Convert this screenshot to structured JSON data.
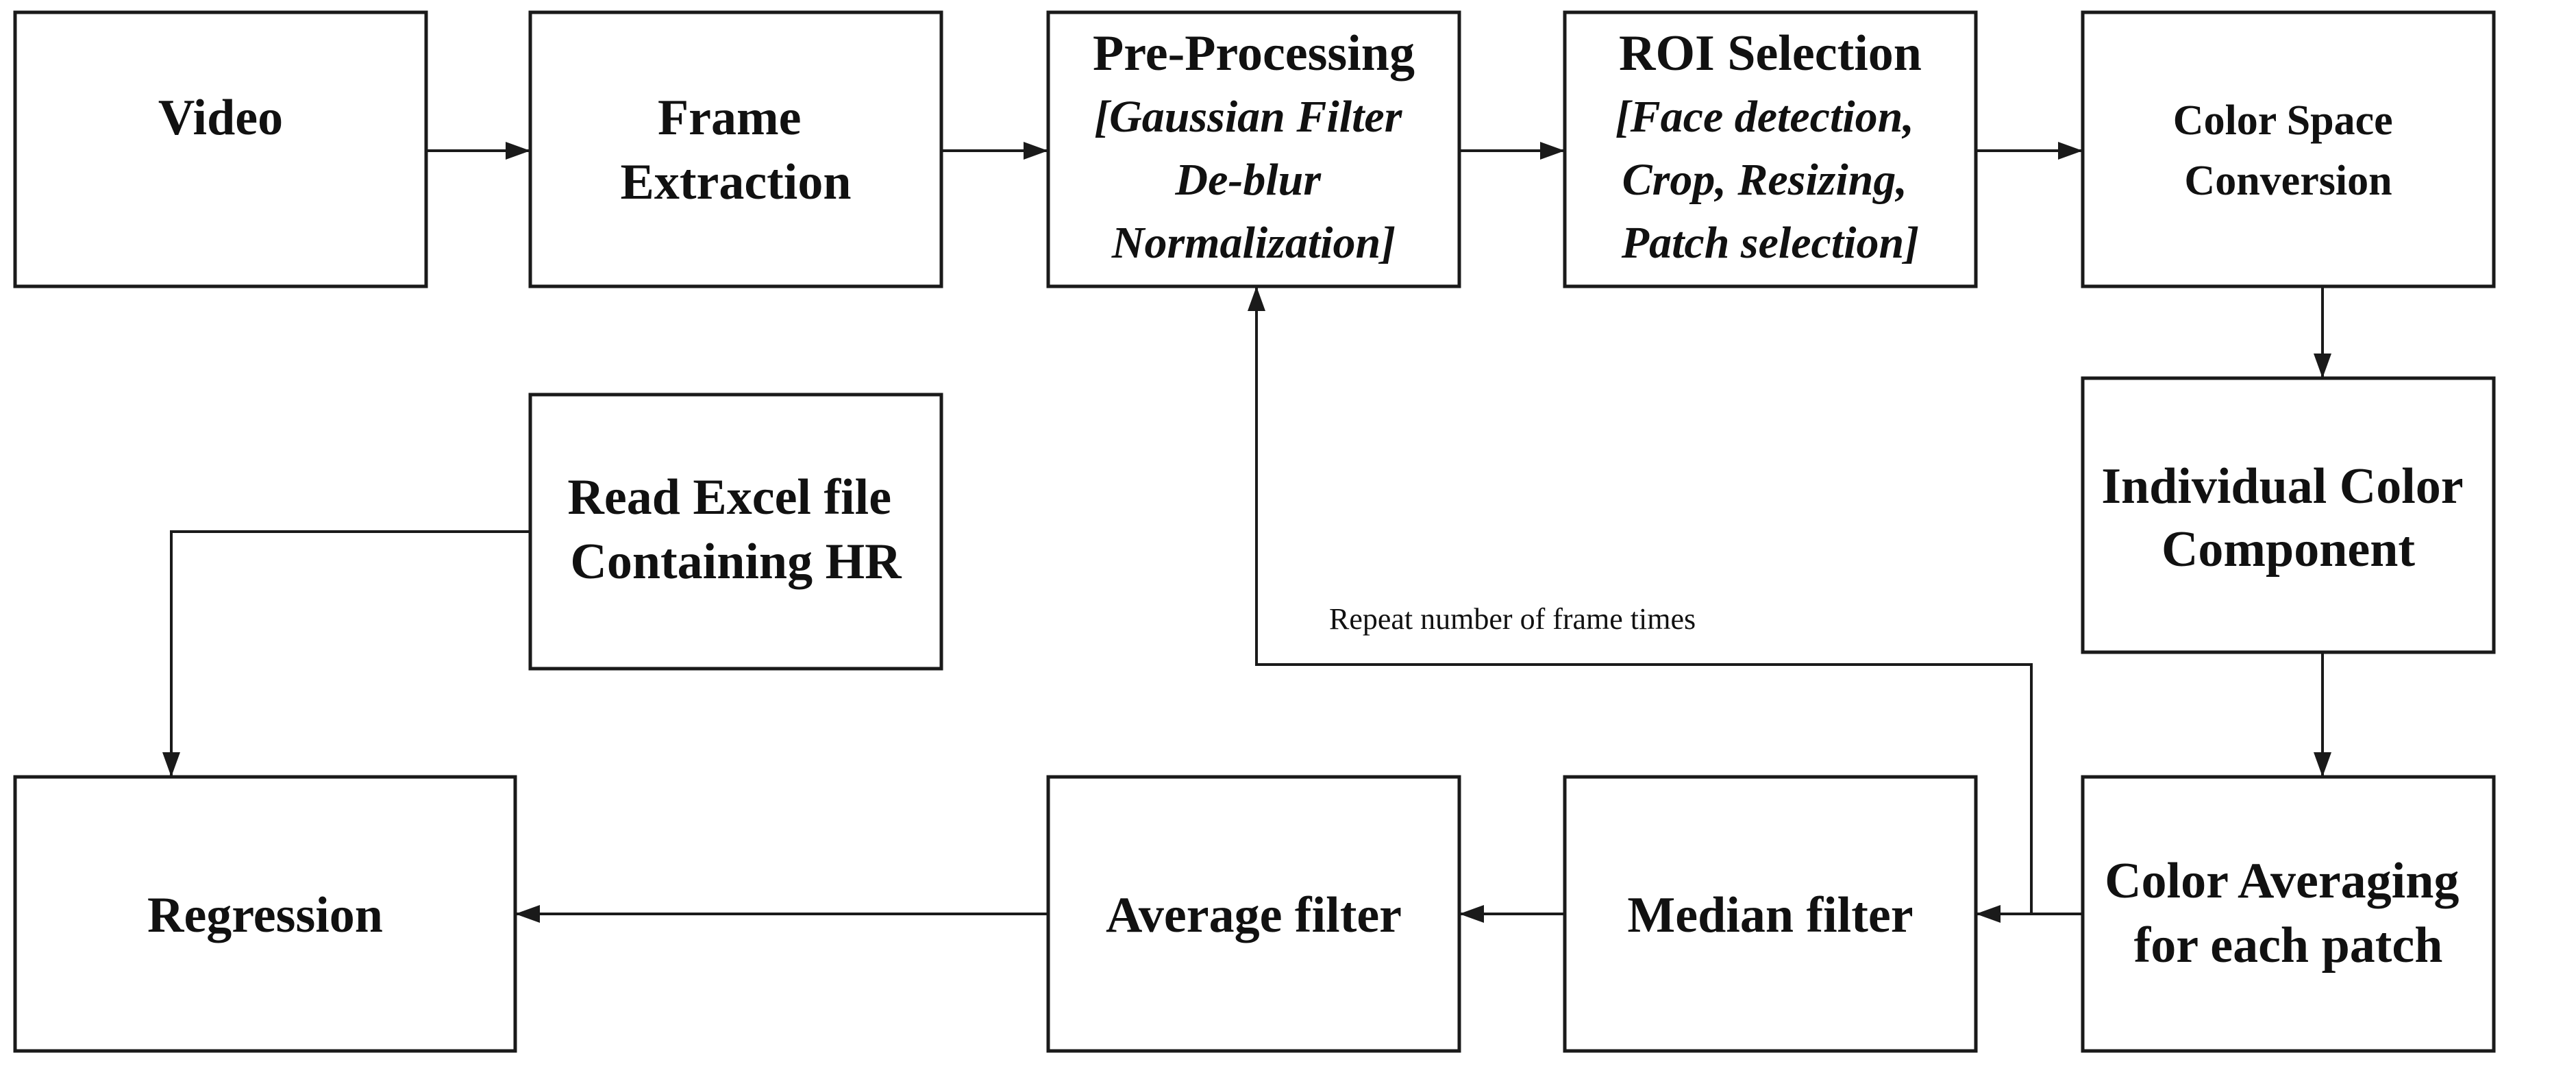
{
  "nodes": {
    "video": {
      "lines": [
        "Video"
      ]
    },
    "frame_extraction": {
      "lines": [
        "Frame",
        "Extraction"
      ]
    },
    "pre_processing": {
      "lines": [
        "Pre-Processing"
      ],
      "sub_lines": [
        "[Gaussian Filter",
        "De-blur",
        "Normalization]"
      ]
    },
    "roi_selection": {
      "lines": [
        "ROI Selection"
      ],
      "sub_lines": [
        "[Face detection,",
        "Crop, Resizing,",
        "Patch selection]"
      ]
    },
    "color_space_conversion": {
      "lines": [
        "Color Space",
        "Conversion"
      ]
    },
    "individual_color_component": {
      "lines": [
        "Individual Color",
        "Component"
      ]
    },
    "color_averaging": {
      "lines": [
        "Color Averaging",
        "for each patch"
      ]
    },
    "median_filter": {
      "lines": [
        "Median filter"
      ]
    },
    "average_filter": {
      "lines": [
        "Average filter"
      ]
    },
    "regression": {
      "lines": [
        "Regression"
      ]
    },
    "read_excel": {
      "lines": [
        "Read Excel file",
        "Containing HR"
      ]
    }
  },
  "loop_label": "Repeat number of frame times",
  "edges": [
    [
      "video",
      "frame_extraction"
    ],
    [
      "frame_extraction",
      "pre_processing"
    ],
    [
      "pre_processing",
      "roi_selection"
    ],
    [
      "roi_selection",
      "color_space_conversion"
    ],
    [
      "color_space_conversion",
      "individual_color_component"
    ],
    [
      "individual_color_component",
      "color_averaging"
    ],
    [
      "color_averaging",
      "median_filter"
    ],
    [
      "median_filter",
      "average_filter"
    ],
    [
      "average_filter",
      "regression"
    ],
    [
      "read_excel",
      "regression"
    ],
    [
      "color_averaging",
      "pre_processing"
    ]
  ]
}
